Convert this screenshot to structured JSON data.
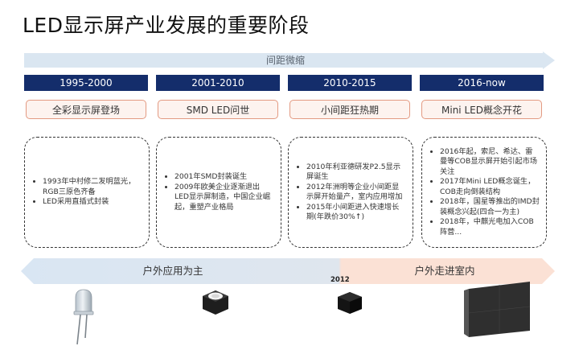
{
  "title": "LED显示屏产业发展的重要阶段",
  "top_arrow_label": "间距微缩",
  "colors": {
    "period_bg": "#142d6b",
    "top_arrow": "#dae6f1",
    "outdoor": "#d9e6f3",
    "indoor": "#fbe1d5",
    "milestone_border": "#e39a82"
  },
  "stages": [
    {
      "period": "1995-2000",
      "milestone": "全彩显示屏登场",
      "details": [
        "1993年中村修二发明蓝光，RGB三原色齐备",
        "LED采用直插式封装"
      ]
    },
    {
      "period": "2001-2010",
      "milestone": "SMD LED问世",
      "details": [
        "2001年SMD封装诞生",
        "2009年欧美企业逐渐退出LED显示屏制造，中国企业崛起，重塑产业格局"
      ]
    },
    {
      "period": "2010-2015",
      "milestone": "小间距狂热期",
      "details": [
        "2010年利亚德研发P2.5显示屏诞生",
        "2012年洲明等企业小间距显示屏开始量产，室内应用增加",
        "2015年小间距进入快速增长期(年跌价30%↑)"
      ]
    },
    {
      "period": "2016-now",
      "milestone": "Mini LED概念开花",
      "details": [
        "2016年起，索尼、希达、雷曼等COB显示屏开始引起市场关注",
        "2017年Mini LED概念诞生，COB走向倒装结构",
        "2018年，国星等推出的IMD封装概念兴起(四合一为主)",
        "2018年，中麒光电加入COB阵营..."
      ]
    }
  ],
  "bottom": {
    "outdoor_label": "户外应用为主",
    "indoor_label": "户外走进室内",
    "year_marker": "2012"
  },
  "product_images": [
    "led-lamp-image",
    "smd-led-image",
    "mini-led-module-image",
    "display-cabinet-image"
  ]
}
